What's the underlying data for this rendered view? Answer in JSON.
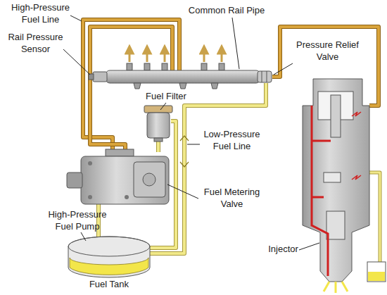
{
  "diagram": {
    "labels": [
      "High-Pressure Fuel Line",
      "Common Rail Pipe",
      "Pressure Relief Valve",
      "Rail Pressure Sensor",
      "Fuel Filter",
      "Low-Pressure Fuel Line",
      "Fuel Metering Valve",
      "High-Pressure Fuel Pump",
      "Fuel Tank",
      "Injector"
    ]
  }
}
